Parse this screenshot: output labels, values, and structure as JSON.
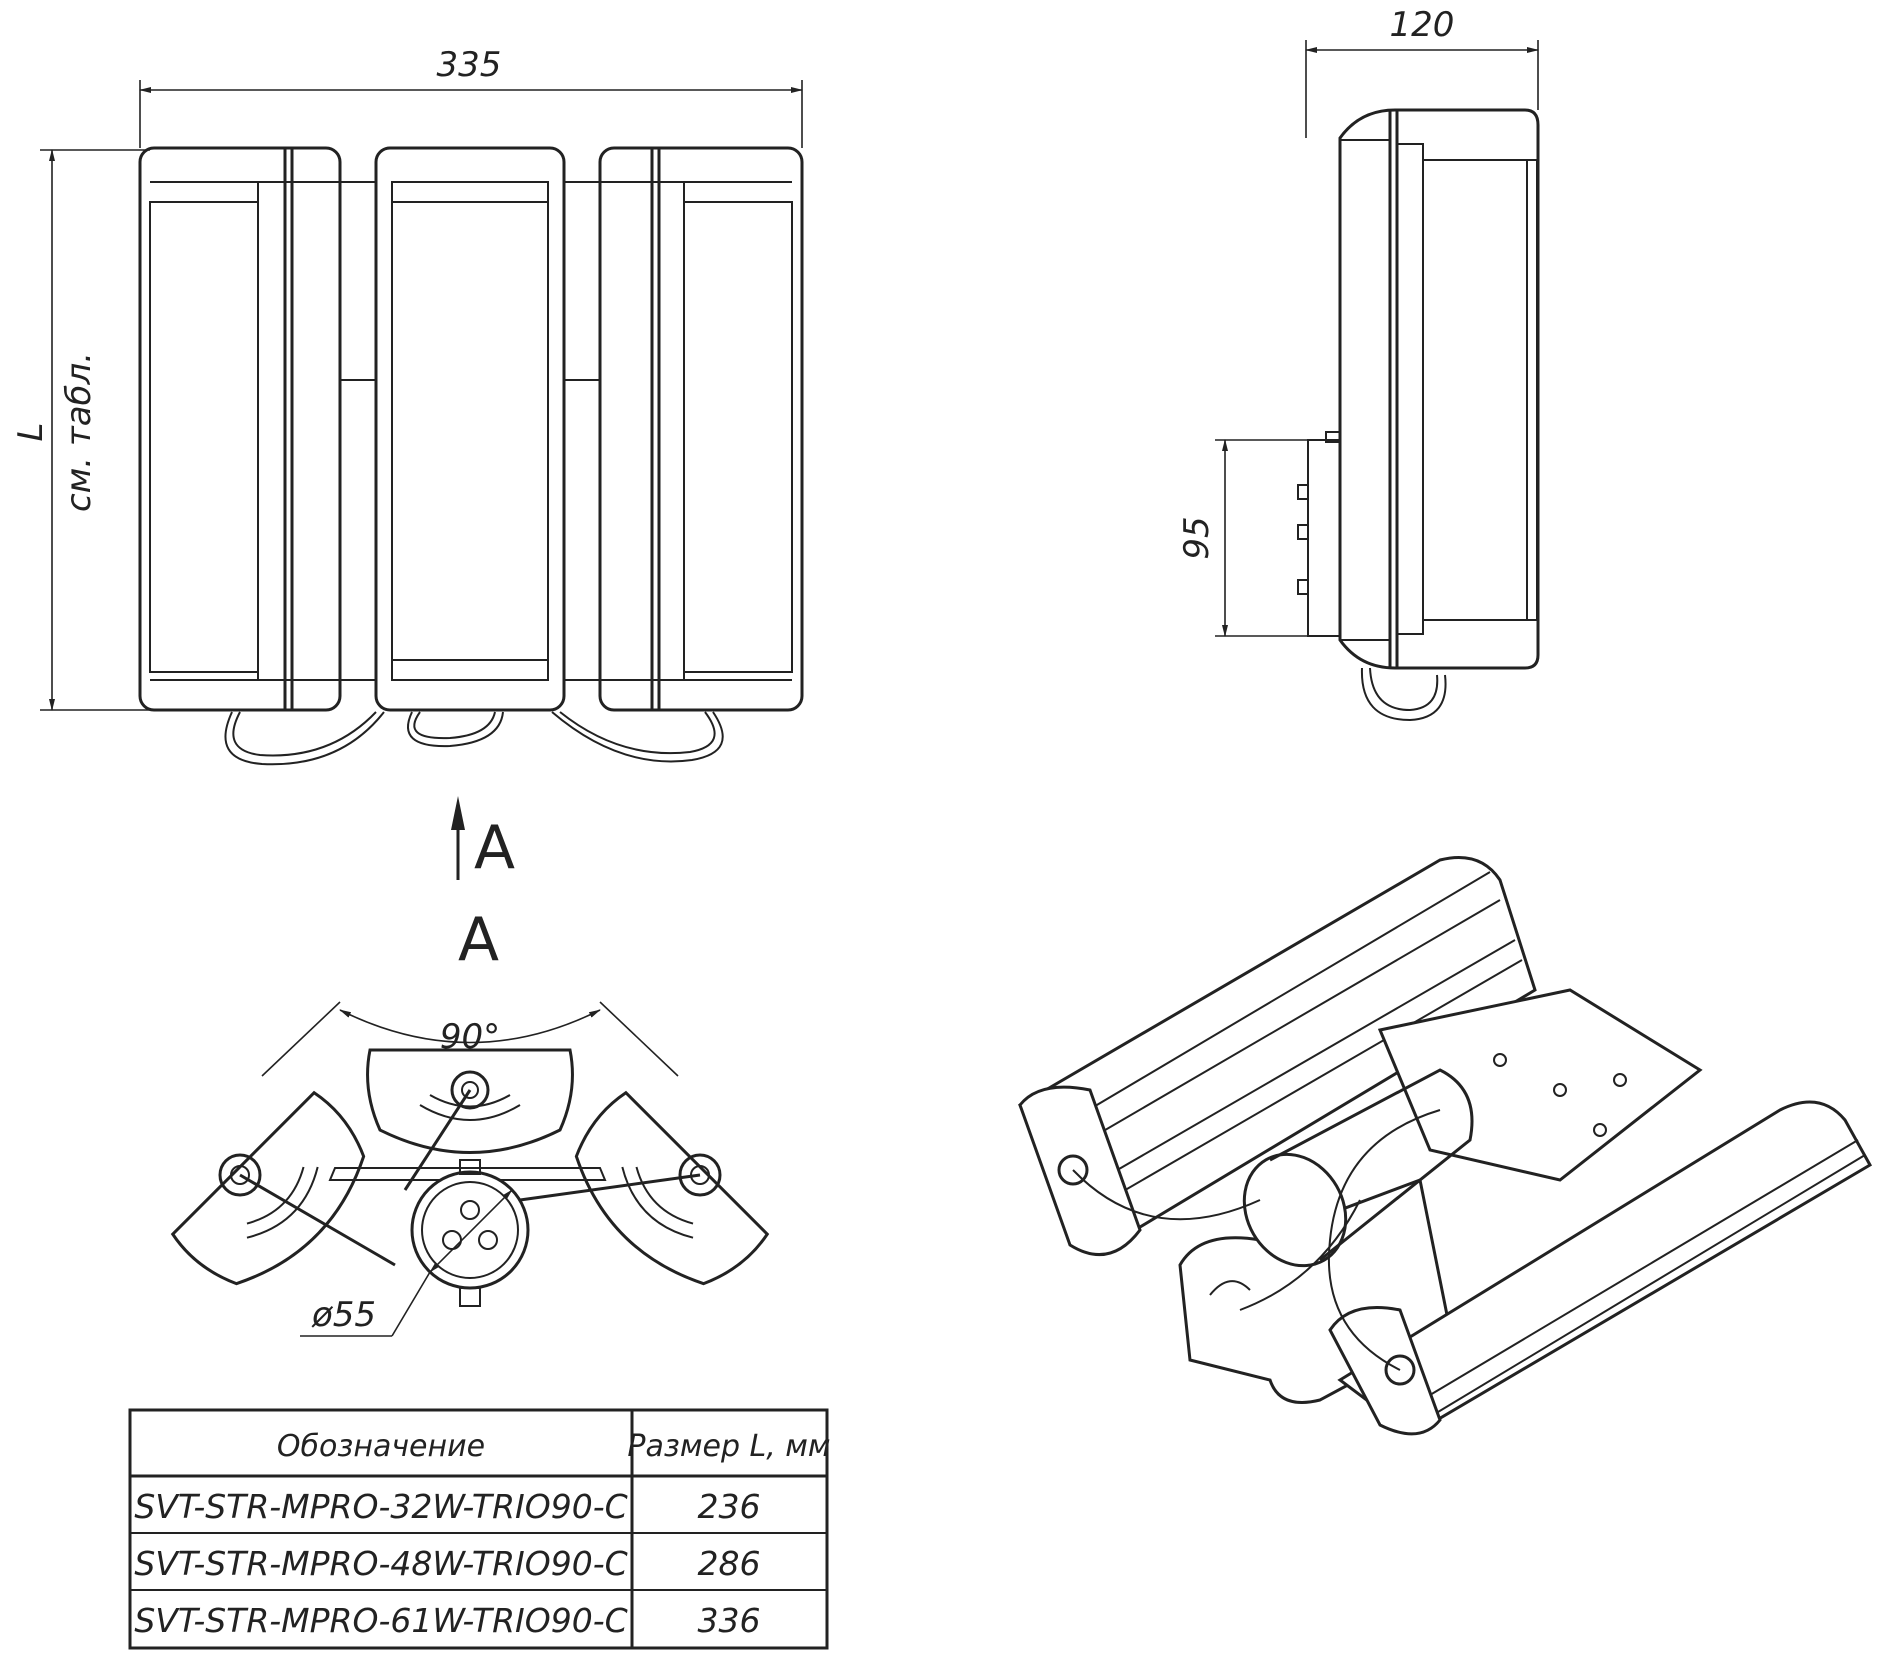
{
  "dimensions": {
    "front_width": "335",
    "side_depth": "120",
    "bracket_height": "95",
    "length_symbol": "L",
    "length_note": "см. табл.",
    "angle": "90°",
    "diameter": "ø55"
  },
  "view_labels": {
    "arrow_label": "A",
    "view_title": "A"
  },
  "table": {
    "headers": [
      "Обозначение",
      "Размер L, мм"
    ],
    "rows": [
      {
        "designation": "SVT-STR-MPRO-32W-TRIO90-C",
        "size": "236"
      },
      {
        "designation": "SVT-STR-MPRO-48W-TRIO90-C",
        "size": "286"
      },
      {
        "designation": "SVT-STR-MPRO-61W-TRIO90-C",
        "size": "336"
      }
    ]
  }
}
